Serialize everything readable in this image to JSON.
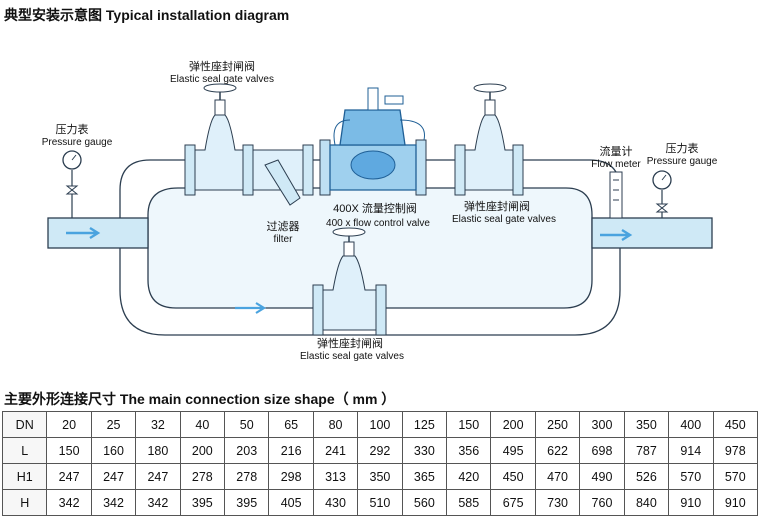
{
  "diagram_title": "典型安装示意图 Typical installation diagram",
  "table_title": "主要外形连接尺寸 The main connection size shape（ mm ）",
  "labels": {
    "gate_top_cn": "弹性座封闸阀",
    "gate_top_en": "Elastic seal gate valves",
    "gauge_left_cn": "压力表",
    "gauge_left_en": "Pressure gauge",
    "control_cn": "400X 流量控制阀",
    "control_en": "400 x flow control valve",
    "filter_cn": "过滤器",
    "filter_en": "filter",
    "gate_right_cn": "弹性座封闸阀",
    "gate_right_en": "Elastic seal gate valves",
    "flowmeter_cn": "流量计",
    "flowmeter_en": "Flow meter",
    "gauge_right_cn": "压力表",
    "gauge_right_en": "Pressure gauge",
    "gate_bottom_cn": "弹性座封闸阀",
    "gate_bottom_en": "Elastic seal gate valves"
  },
  "colors": {
    "pipe": "#cfe9f6",
    "line": "#2c3e50",
    "valve": "#3f8ed6",
    "arrow": "#4aa3df"
  },
  "table": {
    "rows": [
      [
        "DN",
        "20",
        "25",
        "32",
        "40",
        "50",
        "65",
        "80",
        "100",
        "125",
        "150",
        "200",
        "250",
        "300",
        "350",
        "400",
        "450"
      ],
      [
        "L",
        "150",
        "160",
        "180",
        "200",
        "203",
        "216",
        "241",
        "292",
        "330",
        "356",
        "495",
        "622",
        "698",
        "787",
        "914",
        "978"
      ],
      [
        "H1",
        "247",
        "247",
        "247",
        "278",
        "278",
        "298",
        "313",
        "350",
        "365",
        "420",
        "450",
        "470",
        "490",
        "526",
        "570",
        "570"
      ],
      [
        "H",
        "342",
        "342",
        "342",
        "395",
        "395",
        "405",
        "430",
        "510",
        "560",
        "585",
        "675",
        "730",
        "760",
        "840",
        "910",
        "910"
      ]
    ]
  }
}
